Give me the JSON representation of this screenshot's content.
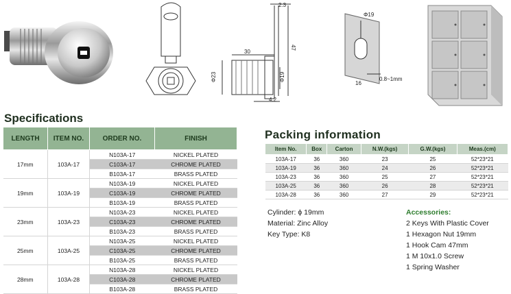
{
  "drawings": {
    "dim_2_3": "2.3",
    "dim_30": "30",
    "dim_47": "47",
    "dim_23": "Φ23",
    "dim_19": "Φ19",
    "dim_4_2": "4.2",
    "panel_dia": "Φ19",
    "panel_16": "16",
    "panel_thick": "0.8~1mm"
  },
  "specifications": {
    "title": "Specifications",
    "headers": [
      "LENGTH",
      "ITEM NO.",
      "ORDER NO.",
      "FINISH"
    ],
    "groups": [
      {
        "length": "17mm",
        "item": "103A-17",
        "rows": [
          [
            "N103A-17",
            "NICKEL PLATED"
          ],
          [
            "C103A-17",
            "CHROME PLATED"
          ],
          [
            "B103A-17",
            "BRASS PLATED"
          ]
        ]
      },
      {
        "length": "19mm",
        "item": "103A-19",
        "rows": [
          [
            "N103A-19",
            "NICKEL PLATED"
          ],
          [
            "C103A-19",
            "CHROME PLATED"
          ],
          [
            "B103A-19",
            "BRASS PLATED"
          ]
        ]
      },
      {
        "length": "23mm",
        "item": "103A-23",
        "rows": [
          [
            "N103A-23",
            "NICKEL PLATED"
          ],
          [
            "C103A-23",
            "CHROME PLATED"
          ],
          [
            "B103A-23",
            "BRASS PLATED"
          ]
        ]
      },
      {
        "length": "25mm",
        "item": "103A-25",
        "rows": [
          [
            "N103A-25",
            "NICKEL PLATED"
          ],
          [
            "C103A-25",
            "CHROME PLATED"
          ],
          [
            "B103A-25",
            "BRASS PLATED"
          ]
        ]
      },
      {
        "length": "28mm",
        "item": "103A-28",
        "rows": [
          [
            "N103A-28",
            "NICKEL PLATED"
          ],
          [
            "C103A-28",
            "CHROME PLATED"
          ],
          [
            "B103A-28",
            "BRASS PLATED"
          ]
        ]
      }
    ]
  },
  "packing": {
    "title": "Packing  information",
    "headers": [
      "Item No.",
      "Box",
      "Carton",
      "N.W.(kgs)",
      "G.W.(kgs)",
      "Meas.(cm)"
    ],
    "rows": [
      [
        "103A-17",
        "36",
        "360",
        "23",
        "25",
        "52*23*21"
      ],
      [
        "103A-19",
        "36",
        "360",
        "24",
        "26",
        "52*23*21"
      ],
      [
        "103A-23",
        "36",
        "360",
        "25",
        "27",
        "52*23*21"
      ],
      [
        "103A-25",
        "36",
        "360",
        "26",
        "28",
        "52*23*21"
      ],
      [
        "103A-28",
        "36",
        "360",
        "27",
        "29",
        "52*23*21"
      ]
    ]
  },
  "material": {
    "cylinder": "Cylinder: ϕ 19mm",
    "material": "Material: Zinc Alloy",
    "key_type": "Key Type: K8"
  },
  "accessories": {
    "title": "Accessories:",
    "items": [
      "2 Keys With Plastic Cover",
      "1 Hexagon Nut 19mm",
      "1 Hook Cam 47mm",
      "1 M 10x1.0 Screw",
      "1 Spring Washer"
    ]
  },
  "colors": {
    "header_green": "#93b493",
    "pack_header": "#c5d4c5",
    "accent_green": "#2e7d2e",
    "stripe_gray": "#c8c8c8"
  }
}
